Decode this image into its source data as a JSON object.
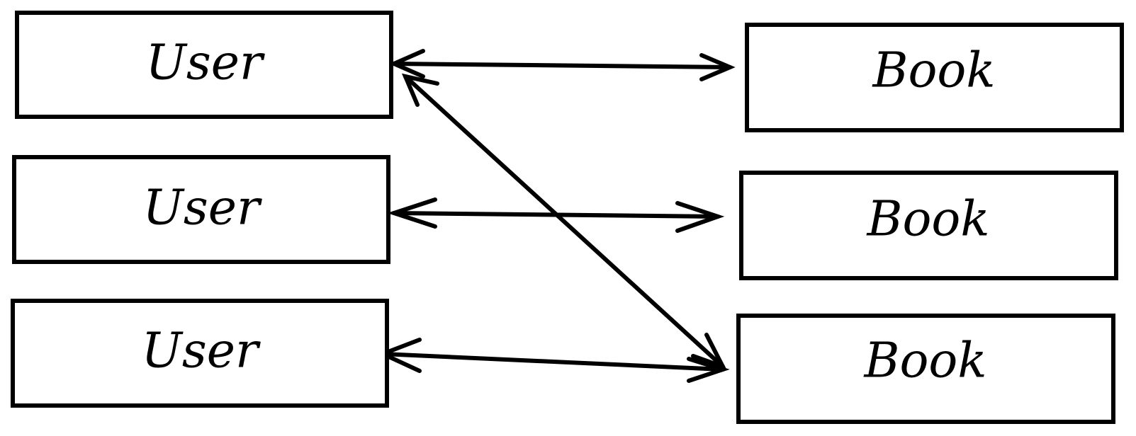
{
  "diagram": {
    "stroke_color": "#000000",
    "background_color": "#ffffff",
    "nodes": [
      {
        "id": "user-1",
        "label": "User"
      },
      {
        "id": "user-2",
        "label": "User"
      },
      {
        "id": "user-3",
        "label": "User"
      },
      {
        "id": "book-1",
        "label": "Book"
      },
      {
        "id": "book-2",
        "label": "Book"
      },
      {
        "id": "book-3",
        "label": "Book"
      }
    ],
    "edges": [
      {
        "from": "user-1",
        "to": "book-1",
        "direction": "bidirectional"
      },
      {
        "from": "user-1",
        "to": "book-3",
        "direction": "bidirectional"
      },
      {
        "from": "user-2",
        "to": "book-2",
        "direction": "bidirectional"
      },
      {
        "from": "user-3",
        "to": "book-3",
        "direction": "bidirectional"
      }
    ]
  }
}
